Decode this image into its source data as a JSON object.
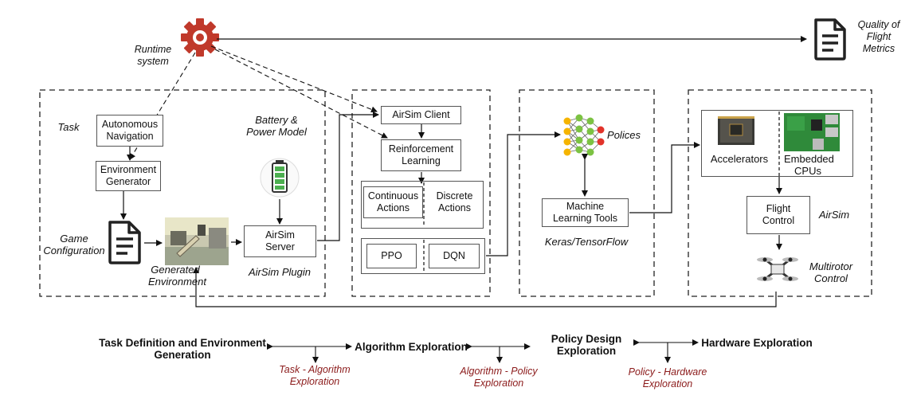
{
  "top": {
    "runtime_system": "Runtime system",
    "quality_metrics": "Quality of Flight Metrics"
  },
  "env_panel": {
    "task": "Task",
    "autonomous_navigation": "Autonomous Navigation",
    "environment_generator": "Environment Generator",
    "game_configuration": "Game Configuration",
    "generated_environment": "Generated Environment",
    "battery_power_model": "Battery & Power Model",
    "airsim_server": "AirSim Server",
    "airsim_plugin": "AirSim Plugin"
  },
  "algo_panel": {
    "airsim_client": "AirSim Client",
    "reinforcement_learning": "Reinforcement Learning",
    "continuous_actions": "Continuous Actions",
    "discrete_actions": "Discrete Actions",
    "ppo": "PPO",
    "dqn": "DQN"
  },
  "policy_panel": {
    "polices": "Polices",
    "ml_tools": "Machine Learning Tools",
    "keras_tf": "Keras/TensorFlow"
  },
  "hw_panel": {
    "accelerators": "Accelerators",
    "embedded_cpus": "Embedded CPUs",
    "flight_control": "Flight Control",
    "airsim": "AirSim",
    "multirotor_control": "Multirotor Control"
  },
  "bottom": {
    "task_definition": "Task Definition and Environment Generation",
    "algorithm_exploration": "Algorithm Exploration",
    "policy_design": "Policy Design Exploration",
    "hardware_exploration": "Hardware Exploration",
    "task_algorithm": "Task - Algorithm Exploration",
    "algorithm_policy": "Algorithm - Policy Exploration",
    "policy_hardware": "Policy - Hardware Exploration"
  },
  "colors": {
    "gear": "#c0392b",
    "battery": "#4caf50",
    "red_text": "#8b1a1a"
  }
}
